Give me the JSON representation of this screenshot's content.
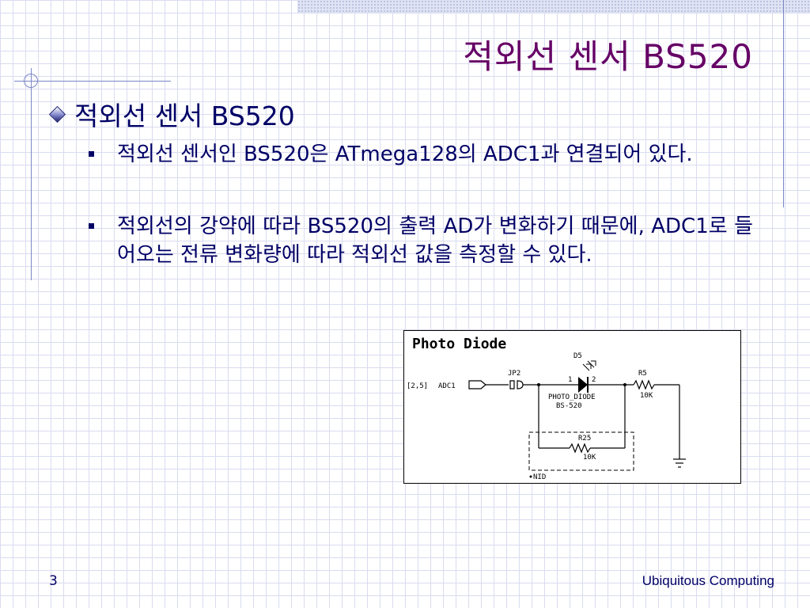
{
  "slide": {
    "title": "적외선 센서 BS520",
    "heading": "적외선 센서 BS520",
    "bullets": [
      "적외선 센서인 BS520은 ATmega128의 ADC1과 연결되어 있다.",
      "적외선의 강약에 따라 BS520의 출력 AD가 변화하기 때문에, ADC1로 들어오는 전류 변화량에 따라 적외선 값을 측정할 수 있다."
    ],
    "page_number": "3",
    "footer": "Ubiquitous Computing"
  },
  "schematic": {
    "title": "Photo Diode",
    "port": "[2,5]",
    "port_label": "ADC1",
    "jumper": "JP2",
    "diode_ref": "D5",
    "pin1": "1",
    "pin2": "2",
    "diode_name": "PHOTO_DIODE",
    "diode_part": "BS-520",
    "r5": "R5",
    "r5_val": "10K",
    "r25": "R25",
    "r25_val": "10K",
    "nid": "NID"
  },
  "colors": {
    "title": "#660066",
    "body_text": "#000066",
    "grid": "#d9dcef",
    "accent_line": "#7b87c6"
  },
  "icons": [
    "diamond-bullet-icon",
    "square-bullet-icon",
    "crosshair-decoration-icon"
  ]
}
